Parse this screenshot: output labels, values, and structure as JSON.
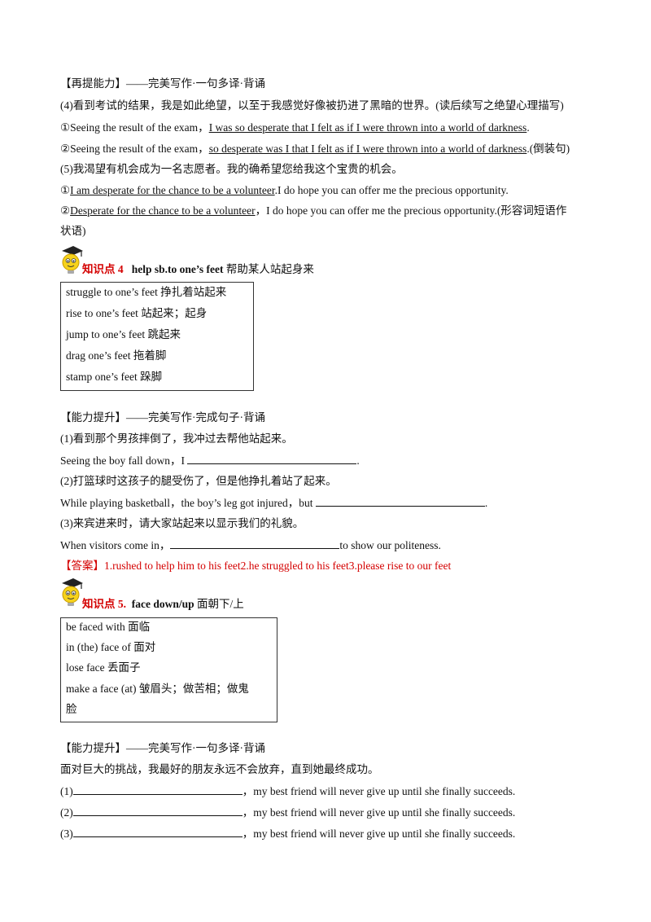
{
  "section1": {
    "heading": "【再提能力】——完美写作·一句多译·背诵",
    "q4": "(4)看到考试的结果，我是如此绝望，以至于我感觉好像被扔进了黑暗的世界。(读后续写之绝望心理描写)",
    "a4_1_pre": "①Seeing the result of the exam，",
    "a4_1_ans": "I was so desperate that I felt as if I were thrown into a world of darkness",
    "a4_1_end": ".",
    "a4_2_pre": "②Seeing the result of the exam，",
    "a4_2_ans": "so desperate was I that I felt as if I were thrown into a world of darkness",
    "a4_2_end": ".(倒装句)",
    "q5": "(5)我渴望有机会成为一名志愿者。我的确希望您给我这个宝贵的机会。",
    "a5_1_pre": "①",
    "a5_1_ans": "I am desperate for the chance to be a volunteer",
    "a5_1_end": ".I do hope you can offer me the precious opportunity.",
    "a5_2_pre": "②",
    "a5_2_ans": "Desperate for the chance to be a volunteer",
    "a5_2_end": "，I do hope you can offer me the precious opportunity.(形容词短语作",
    "a5_2_cont": "状语)"
  },
  "kp4": {
    "tag": "知识点 4",
    "phrase": "help sb.to one’s feet",
    "meaning": "帮助某人站起身来",
    "items": [
      "struggle to one’s feet 挣扎着站起来",
      "rise to one’s feet 站起来；起身",
      "jump to one’s feet 跳起来",
      "drag one’s feet 拖着脚",
      "stamp one’s feet 跺脚"
    ]
  },
  "section2": {
    "heading": "【能力提升】——完美写作·完成句子·背诵",
    "q1": "(1)看到那个男孩摔倒了，我冲过去帮他站起来。",
    "s1_pre": "Seeing the boy fall down，I",
    "s1_end": ".",
    "q2": "(2)打篮球时这孩子的腿受伤了，但是他挣扎着站了起来。",
    "s2_pre": "While playing basketball，the boy’s leg got injured，but",
    "s2_end": ".",
    "q3": "(3)来宾进来时，请大家站起来以显示我们的礼貌。",
    "s3_pre": "When visitors come in，",
    "s3_end": "to show our politeness.",
    "answer_label": "【答案】",
    "answer_text": "1.rushed to help him to his feet2.he struggled to his feet3.please rise to our feet"
  },
  "kp5": {
    "tag": "知识点 5.",
    "phrase": "face down/up",
    "meaning": "面朝下/上",
    "items": [
      "be faced with 面临",
      "in (the) face of 面对",
      "lose face 丢面子",
      "make a face (at) 皱眉头；做苦相；做鬼",
      "脸"
    ]
  },
  "section3": {
    "heading": "【能力提升】——完美写作·一句多译·背诵",
    "q": "面对巨大的挑战，我最好的朋友永远不会放弃，直到她最终成功。",
    "l1": "(1)",
    "l2": "(2)",
    "l3": "(3)",
    "tail": "，my best friend will never give up until she finally succeeds."
  }
}
